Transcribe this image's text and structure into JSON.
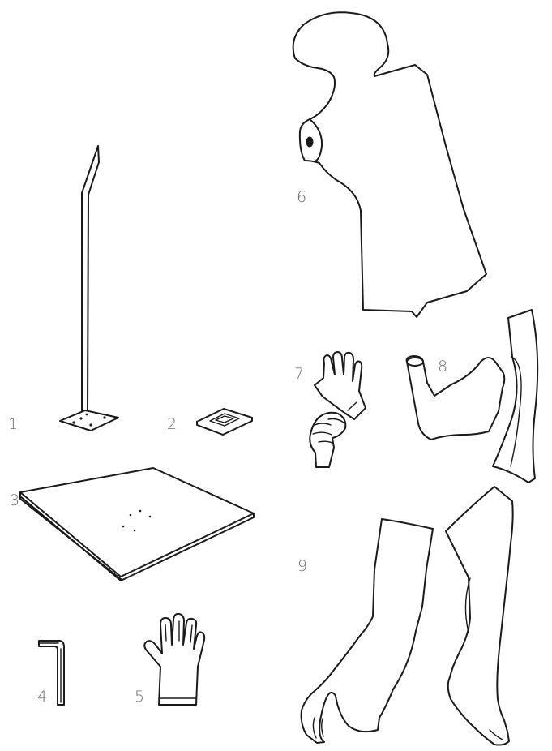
{
  "parts": [
    {
      "label": "1",
      "icon": "stand-pole-icon"
    },
    {
      "label": "2",
      "icon": "mount-plate-icon"
    },
    {
      "label": "3",
      "icon": "base-board-icon"
    },
    {
      "label": "4",
      "icon": "allen-key-icon"
    },
    {
      "label": "5",
      "icon": "glove-icon"
    },
    {
      "label": "6",
      "icon": "torso-icon"
    },
    {
      "label": "7",
      "icon": "hands-icon"
    },
    {
      "label": "8",
      "icon": "arms-icon"
    },
    {
      "label": "9",
      "icon": "legs-icon"
    }
  ],
  "colors": {
    "stroke": "#1a1a1a",
    "label": "#6f6f6f",
    "background": "#ffffff"
  }
}
